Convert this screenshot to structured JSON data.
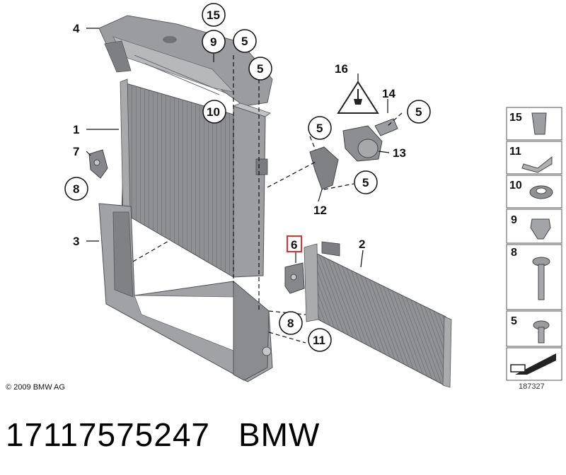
{
  "callouts": {
    "c1": "1",
    "c2": "2",
    "c3": "3",
    "c4": "4",
    "c5a": "5",
    "c5b": "5",
    "c5c": "5",
    "c5d": "5",
    "c5e": "5",
    "c6": "6",
    "c7": "7",
    "c8a": "8",
    "c8b": "8",
    "c9": "9",
    "c10": "10",
    "c11": "11",
    "c12": "12",
    "c13": "13",
    "c14": "14",
    "c15": "15",
    "c16": "16"
  },
  "side_panel": {
    "s15": "15",
    "s11": "11",
    "s10": "10",
    "s9": "9",
    "s8": "8",
    "s5": "5"
  },
  "copyright": "© 2009 BMW AG",
  "diagram_id": "187327",
  "footer": {
    "part_number": "17117575247",
    "brand": "BMW"
  },
  "colors": {
    "part_fill": "#8d8f92",
    "part_dark": "#6b6d70",
    "part_light": "#b4b6b8",
    "highlight": "#e03030"
  }
}
